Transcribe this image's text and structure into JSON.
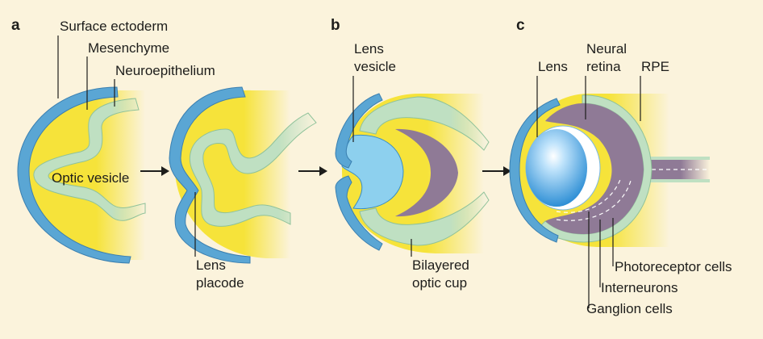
{
  "panels": {
    "a": "a",
    "b": "b",
    "c": "c"
  },
  "labels": {
    "surface_ectoderm": "Surface ectoderm",
    "mesenchyme": "Mesenchyme",
    "neuroepithelium": "Neuroepithelium",
    "optic_vesicle": "Optic vesicle",
    "lens_placode_1": "Lens",
    "lens_placode_2": "placode",
    "lens_vesicle_1": "Lens",
    "lens_vesicle_2": "vesicle",
    "bilayered_1": "Bilayered",
    "bilayered_2": "optic cup",
    "lens": "Lens",
    "neural_retina_1": "Neural",
    "neural_retina_2": "retina",
    "rpe": "RPE",
    "photoreceptor": "Photoreceptor cells",
    "interneurons": "Interneurons",
    "ganglion": "Ganglion cells"
  },
  "colors": {
    "background": "#fbf3dc",
    "mesenchyme": "#f6e33a",
    "ectoderm": "#5aa6d4",
    "neuroepithelium": "#bfe0c2",
    "retina": "#8f7a96",
    "lens": "#3a9fe0"
  }
}
